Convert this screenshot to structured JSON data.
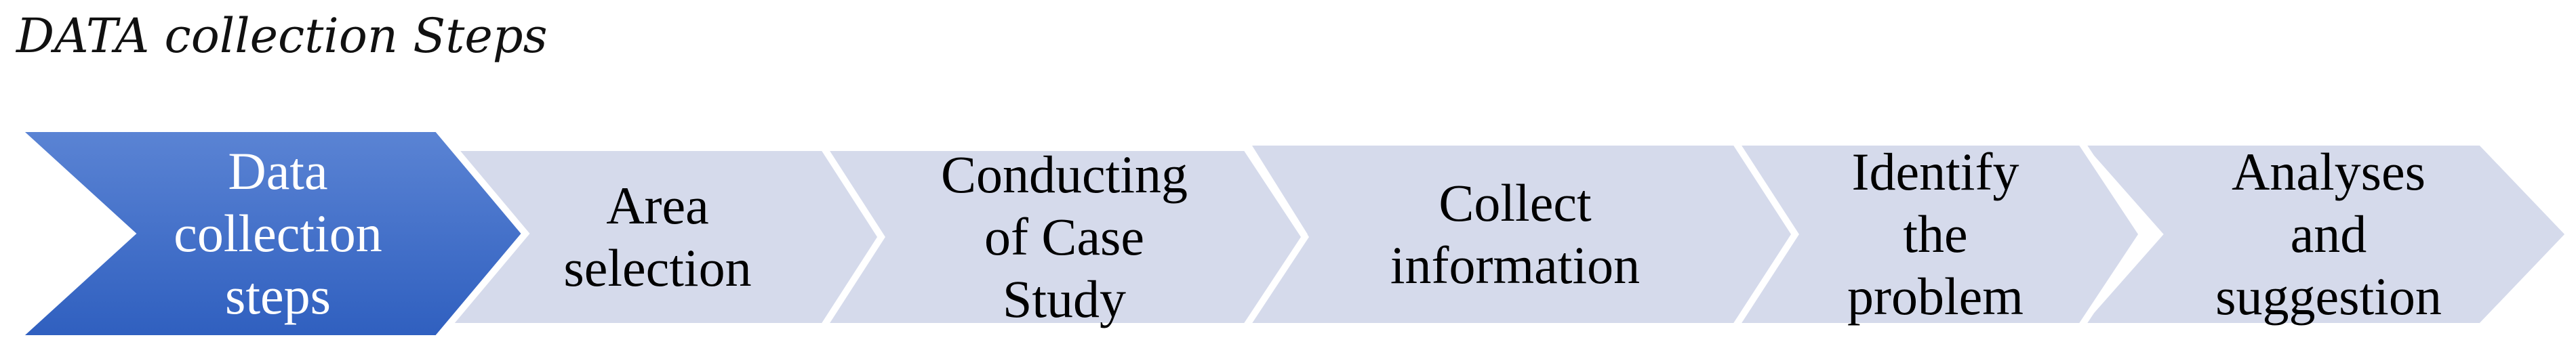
{
  "title": "DATA collection Steps",
  "colors": {
    "first_fill_top": "#5b84d4",
    "first_fill_bottom": "#2f5fbf",
    "step_fill": "#d5daeb",
    "first_text": "#ffffff",
    "step_text": "#000000"
  },
  "steps": [
    {
      "label": "Data\ncollection\nsteps"
    },
    {
      "label": "Area\nselection"
    },
    {
      "label": "Conducting\nof Case\nStudy"
    },
    {
      "label": "Collect\ninformation"
    },
    {
      "label": "Identify\nthe\nproblem"
    },
    {
      "label": "Analyses\nand\nsuggestion"
    }
  ]
}
